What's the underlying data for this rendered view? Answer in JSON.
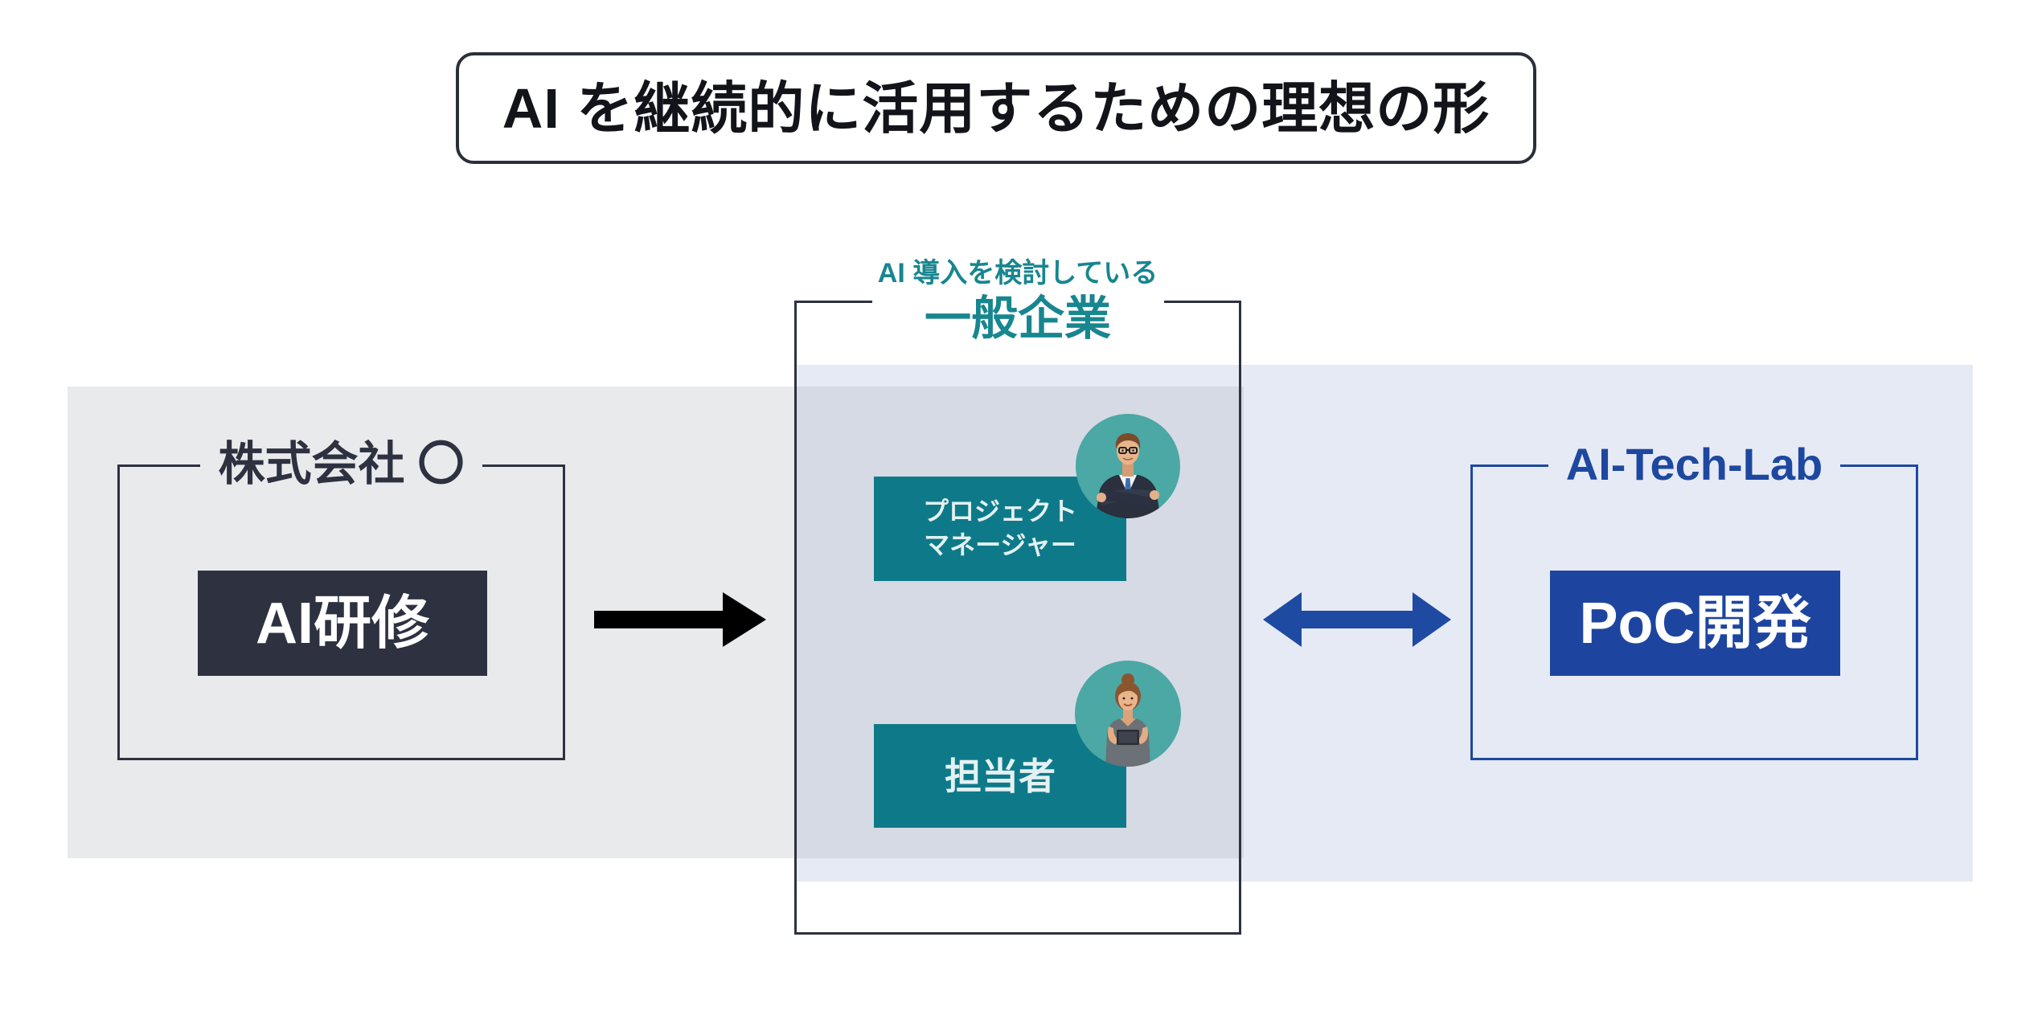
{
  "title": "AI を継続的に活用するための理想の形",
  "left_box": {
    "label": "株式会社 〇",
    "card": "AI研修"
  },
  "middle_box": {
    "subtitle": "AI 導入を検討している",
    "label": "一般企業",
    "roles": [
      {
        "lines": [
          "プロジェクト",
          "マネージャー"
        ],
        "avatar_icon": "businessman-icon"
      },
      {
        "lines": [
          "担当者"
        ],
        "avatar_icon": "businesswoman-icon"
      }
    ]
  },
  "right_box": {
    "label": "AI-Tech-Lab",
    "card": "PoC開発"
  },
  "connectors": {
    "left_to_middle": "right-arrow-icon",
    "middle_to_right": "double-arrow-icon"
  },
  "colors": {
    "dark": "#2d3140",
    "teal": "#0e7a89",
    "teal_text": "#17868f",
    "blue": "#1e48a0",
    "grey_band": "#e9eaec",
    "blue_band": "#e6eaf4",
    "overlap_band": "#d6dae4"
  }
}
